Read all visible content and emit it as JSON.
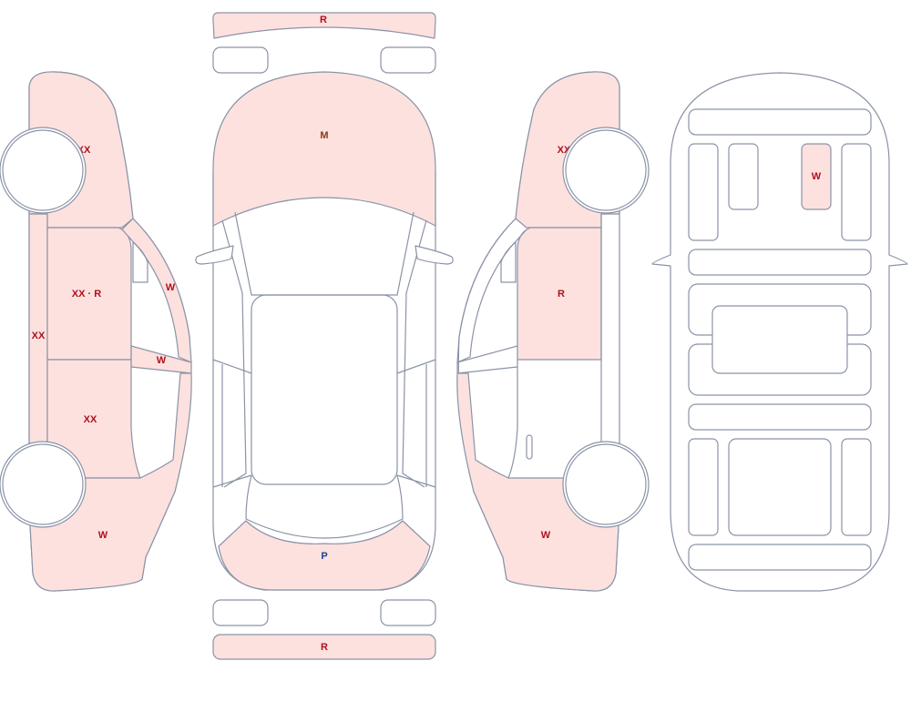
{
  "colors": {
    "damaged_fill": "#fde1df",
    "clean_fill": "#ffffff",
    "outline": "#8a93a6",
    "label_red": "#b0101c",
    "label_brown": "#8a3a12",
    "label_blue": "#1f3f9a"
  },
  "labels": {
    "rear_bumper_top": "R",
    "hood": "M",
    "front_bumper_cover": "P",
    "front_bumper_bottom": "R",
    "left_front_fender": "XX",
    "left_front_door": "XX · R",
    "left_rocker": "XX",
    "left_rear_door": "XX",
    "left_quarter_panel": "W",
    "left_a_pillar": "W",
    "left_b_pillar": "W",
    "right_front_fender": "XX",
    "right_front_door": "R",
    "right_quarter_panel": "W",
    "roof_panel": "W"
  }
}
